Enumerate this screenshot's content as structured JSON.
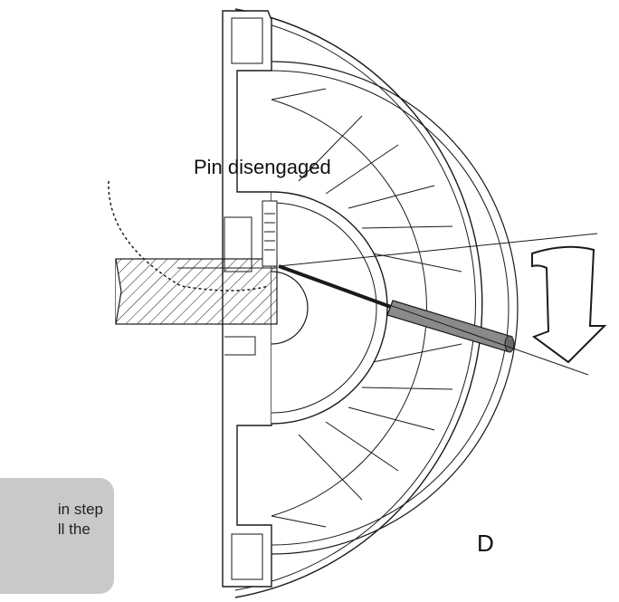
{
  "labels": {
    "pin_callout": "Pin disengaged",
    "step_letter": "D"
  },
  "note": {
    "line1": "in step",
    "line2": "ll the"
  },
  "colors": {
    "stroke": "#1a1a1a",
    "note_background": "#c9c9c9",
    "background": "#ffffff"
  }
}
